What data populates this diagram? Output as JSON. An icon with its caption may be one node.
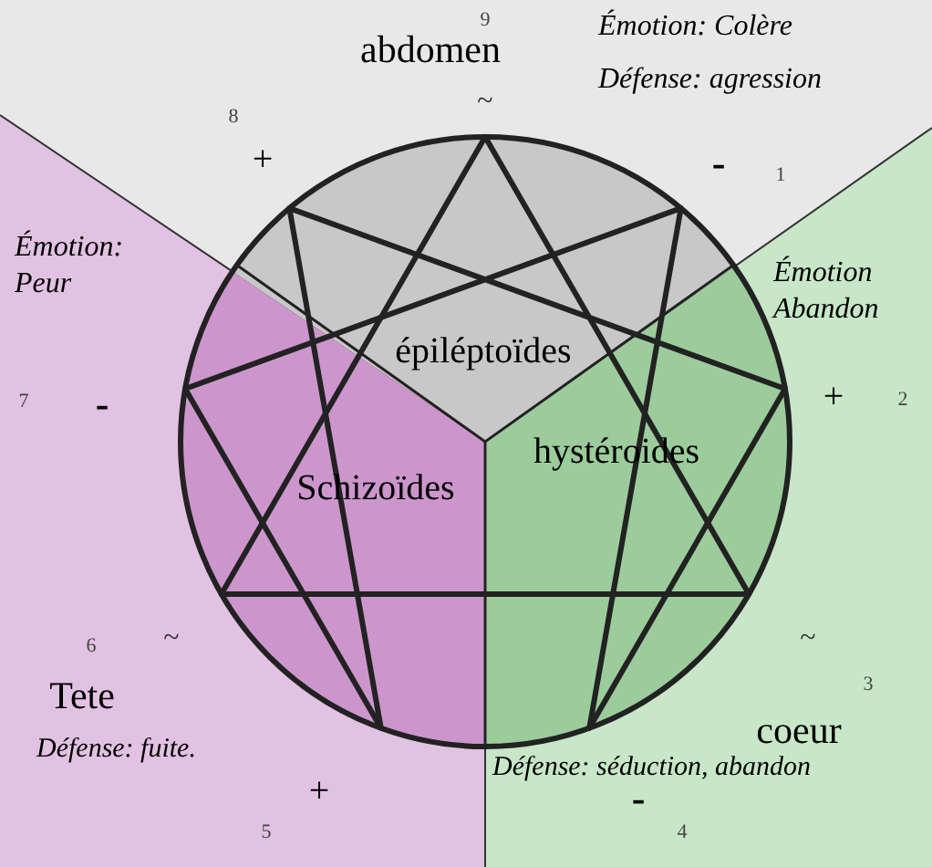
{
  "diagram": {
    "labels": [
      "9",
      "abdomen",
      "Émotion: Colère",
      "Défense: agression",
      "~",
      "8",
      "+",
      "-",
      "1",
      "Émotion: Peur",
      "Émotion Abandon",
      "7",
      "-",
      "épiléptoïdes",
      "+",
      "2",
      "hystéroides",
      "Schizoïdes",
      "6",
      "~",
      "~",
      "3",
      "Tete",
      "coeur",
      "Défense: fuite.",
      "Défense: séduction, abandon",
      "+",
      "-",
      "5",
      "4"
    ]
  }
}
